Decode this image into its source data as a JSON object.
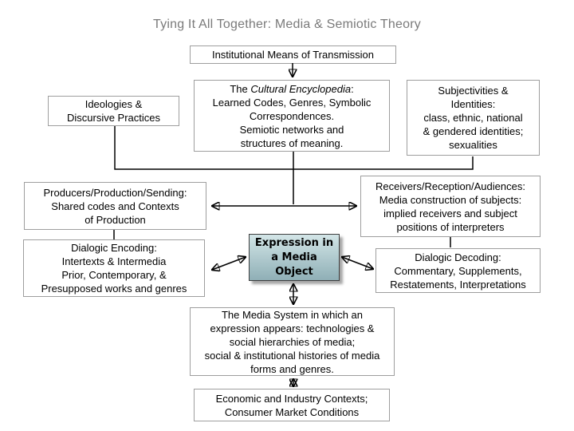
{
  "title": "Tying It All Together: Media & Semiotic Theory",
  "boxes": {
    "institutional": {
      "lines": [
        "Institutional Means of Transmission"
      ]
    },
    "cultural": {
      "line1_pre": "The ",
      "line1_italic": "Cultural Encyclopedia",
      "line1_post": ":",
      "lines": [
        "Learned Codes, Genres, Symbolic",
        "Correspondences.",
        "Semiotic networks and",
        "structures of meaning."
      ]
    },
    "ideologies": {
      "lines": [
        "Ideologies &",
        "Discursive Practices"
      ]
    },
    "subjectivities": {
      "lines": [
        "Subjectivities &",
        "Identities:",
        "class, ethnic, national",
        "& gendered identities;",
        "sexualities"
      ]
    },
    "producers": {
      "lines": [
        "Producers/Production/Sending:",
        "Shared codes and Contexts",
        "of Production"
      ]
    },
    "receivers": {
      "lines": [
        "Receivers/Reception/Audiences:",
        "Media construction of subjects:",
        "implied receivers and subject",
        "positions of interpreters"
      ]
    },
    "encoding": {
      "lines": [
        "Dialogic Encoding:",
        "Intertexts & Intermedia",
        "Prior, Contemporary, &",
        "Presupposed works and genres"
      ]
    },
    "expression": {
      "lines": [
        "Expression in",
        "a Media",
        "Object"
      ]
    },
    "decoding": {
      "lines": [
        "Dialogic Decoding:",
        "Commentary, Supplements,",
        "Restatements, Interpretations"
      ]
    },
    "media_system": {
      "lines": [
        "The Media System in which an",
        "expression appears: technologies &",
        "social hierarchies of media;",
        "social & institutional histories of media",
        "forms and genres."
      ]
    },
    "economic": {
      "lines": [
        "Economic and Industry Contexts;",
        "Consumer Market Conditions"
      ]
    }
  },
  "colors": {
    "title_text": "#7a7a7a",
    "box_border": "#9e9e9e",
    "box_text": "#000000",
    "connector_line": "#000000",
    "expression_fill_top": "#d3e5e7",
    "expression_fill_bottom": "#8fafb6",
    "expression_border": "#3f3f3f"
  }
}
